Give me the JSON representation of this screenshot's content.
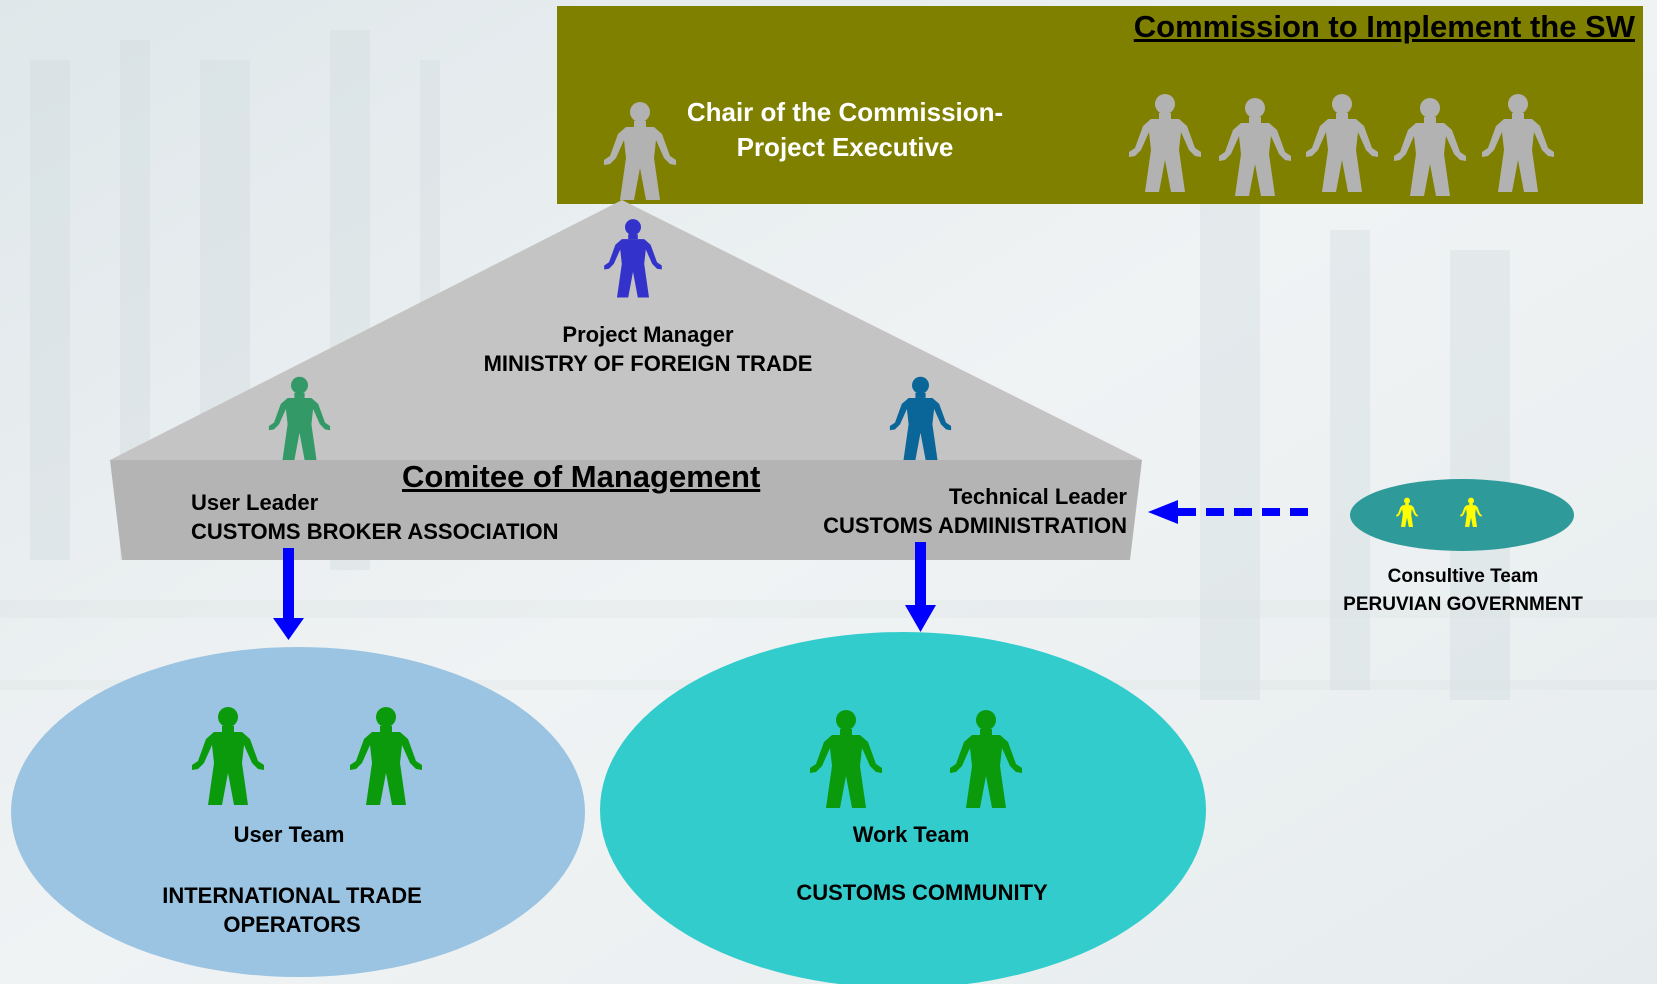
{
  "commission": {
    "title": "Commission to Implement the SW",
    "chair_line1": "Chair of the Commission-",
    "chair_line2": "Project Executive",
    "bg_color": "#808000"
  },
  "project_manager": {
    "role": "Project Manager",
    "org": "MINISTRY OF FOREIGN TRADE"
  },
  "committee": {
    "title": "Comitee of Management"
  },
  "user_leader": {
    "role": "User Leader",
    "org": "CUSTOMS BROKER ASSOCIATION"
  },
  "technical_leader": {
    "role": "Technical Leader",
    "org": "CUSTOMS ADMINISTRATION"
  },
  "consultive_team": {
    "role": "Consultive Team",
    "org": "PERUVIAN GOVERNMENT",
    "color": "#2f9a9a"
  },
  "user_team": {
    "role": "User Team",
    "org_line1": "INTERNATIONAL TRADE",
    "org_line2": "OPERATORS",
    "color": "#9ac4e2"
  },
  "work_team": {
    "role": "Work Team",
    "org": "CUSTOMS COMMUNITY",
    "color": "#33cccc"
  },
  "colors": {
    "figure_gray": "#b2b2b2",
    "figure_manager": "#3333cc",
    "figure_user_leader": "#339966",
    "figure_tech_leader": "#0a6699",
    "figure_team": "#0b9a0b",
    "figure_consult": "#ffff00",
    "arrow": "#0000ff",
    "triangle": "#c4c4c4",
    "trapezoid": "#b4b4b4"
  }
}
